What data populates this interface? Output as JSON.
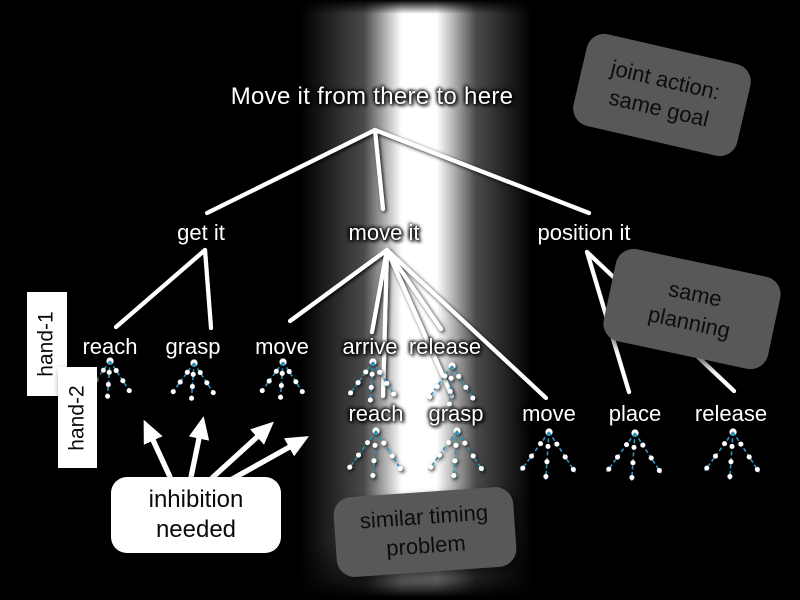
{
  "slide": {
    "title": "Move it from there to here",
    "branches": [
      {
        "label": "get it"
      },
      {
        "label": "move it"
      },
      {
        "label": "position it"
      }
    ],
    "hand1": {
      "tag": "hand-1",
      "actions": [
        "reach",
        "grasp",
        "move",
        "arrive",
        "release"
      ]
    },
    "hand2": {
      "tag": "hand-2",
      "actions": [
        "reach",
        "grasp",
        "move",
        "place",
        "release"
      ]
    },
    "callouts": {
      "joint_action": "joint action:\nsame goal",
      "same_planning": "same\nplanning",
      "inhibition": "inhibition\nneeded",
      "similar_timing": "similar timing\nproblem"
    },
    "colors": {
      "background": "#000000",
      "tree_line": "#ffffff",
      "mini_tree_line": "#2f8fb5",
      "mini_tree_dot": "#ffffff",
      "callout_gray": "#585858",
      "callout_text": "#0d0d0d",
      "label_text": "#ffffff"
    }
  }
}
